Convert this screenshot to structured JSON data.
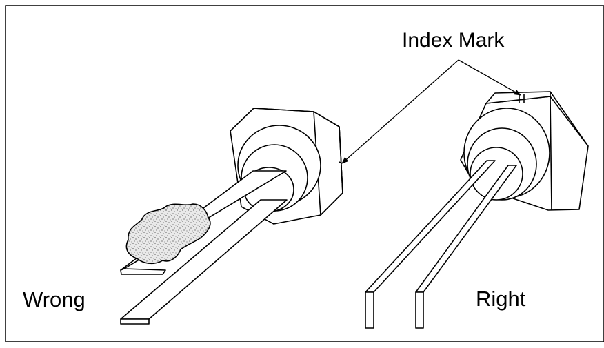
{
  "labels": {
    "index_mark": "Index Mark",
    "wrong": "Wrong",
    "right": "Right"
  },
  "colors": {
    "line": "#000000",
    "background": "#ffffff",
    "contamination_fill": "#d8d8d8"
  }
}
